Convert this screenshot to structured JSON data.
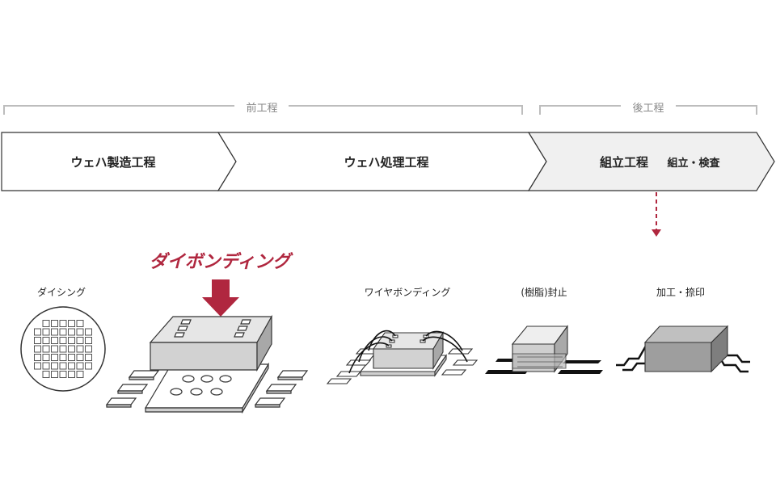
{
  "phases": {
    "front": "前工程",
    "back": "後工程"
  },
  "steps": [
    {
      "label": "ウェハ製造工程"
    },
    {
      "label": "ウェハ処理工程"
    },
    {
      "label": "組立工程"
    }
  ],
  "step3_sub": "組立・検査",
  "highlight": {
    "title": "ダイボンディング",
    "color": "#b0273f"
  },
  "stages": [
    {
      "label": "ダイシング"
    },
    {
      "label": "ワイヤボンディング"
    },
    {
      "label": "(樹脂)封止"
    },
    {
      "label": "加工・捺印"
    }
  ],
  "colors": {
    "accent": "#b0273f",
    "bracket": "#bdbdbd",
    "chevron_fill_active": "#f0f0f0",
    "chevron_stroke": "#333333"
  }
}
